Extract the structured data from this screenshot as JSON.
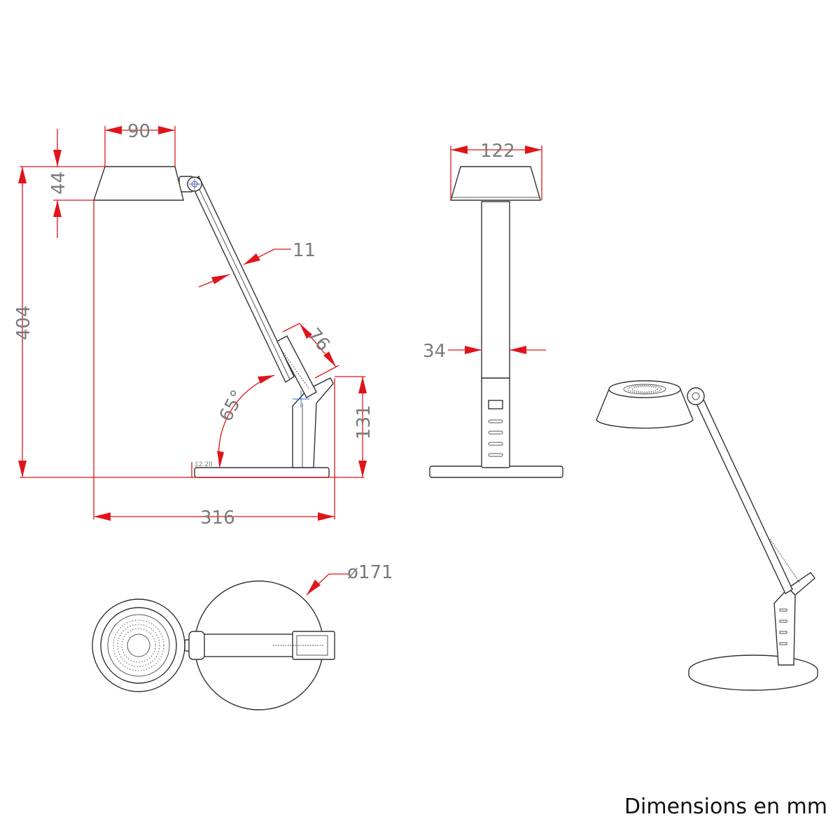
{
  "caption": "Dimensions en mm",
  "dimensions": {
    "shade_width": "90",
    "shade_height": "44",
    "total_height": "404",
    "arm_width": "11",
    "hinge_length": "76",
    "angle": "65°",
    "base_height": "131",
    "base_thickness": "12.20",
    "total_depth": "316",
    "front_shade_width": "122",
    "column_width": "34",
    "base_diameter": "ø171"
  },
  "colors": {
    "dimension_line": "#e0151b",
    "outline": "#333333",
    "dimension_text": "#7a7a7a"
  }
}
